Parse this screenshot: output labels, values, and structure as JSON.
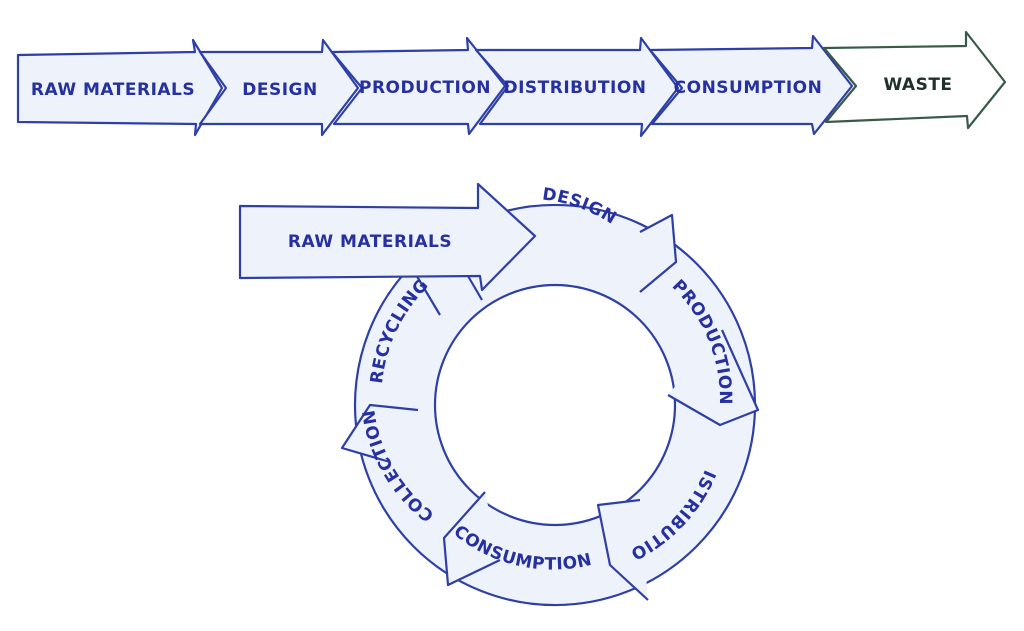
{
  "colors": {
    "fill": "#eef3fb",
    "stroke": "#2e3fa6",
    "waste_stroke": "#3a5a48",
    "text": "#2630a0",
    "waste_text": "#22302a"
  },
  "linear": {
    "steps": [
      "RAW MATERIALS",
      "DESIGN",
      "PRODUCTION",
      "DISTRIBUTION",
      "CONSUMPTION",
      "WASTE"
    ]
  },
  "circular": {
    "entry": "RAW MATERIALS",
    "steps": [
      "DESIGN",
      "PRODUCTION",
      "DISTRIBUTION",
      "CONSUMPTION",
      "COLLECTION",
      "RECYCLING"
    ]
  }
}
